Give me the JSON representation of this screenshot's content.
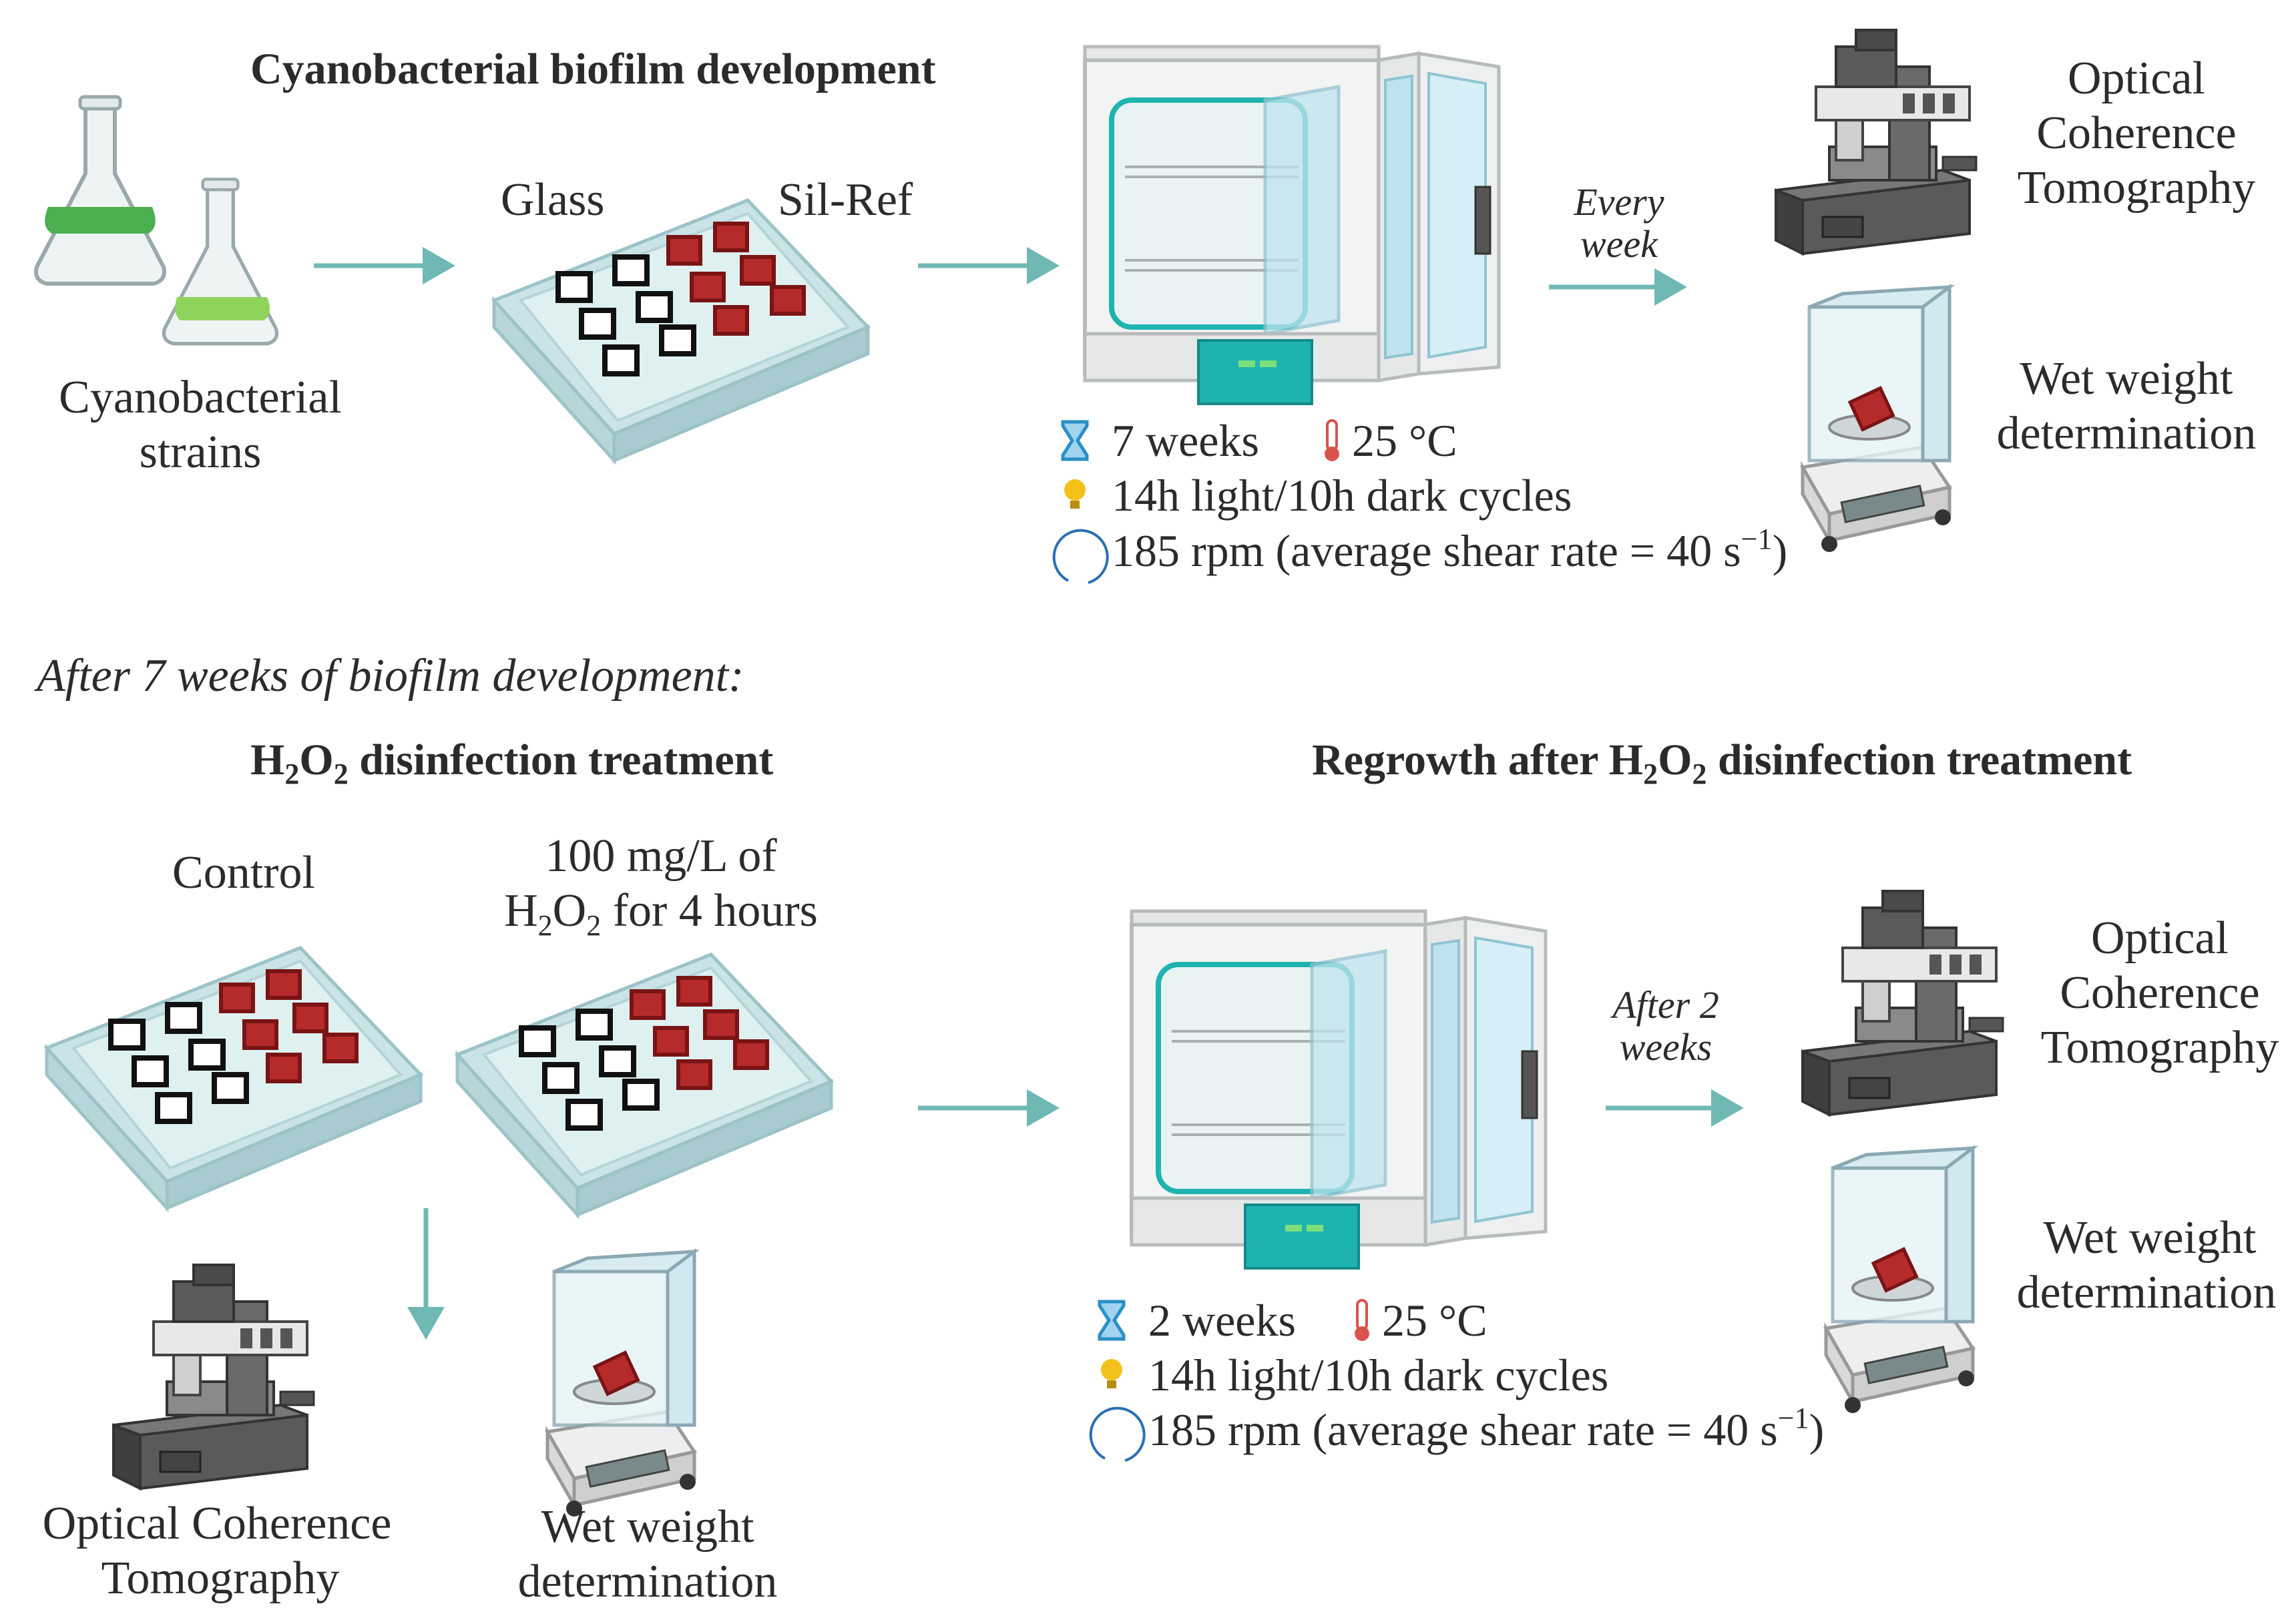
{
  "section1": {
    "title": "Cyanobacterial biofilm development",
    "strains_label": [
      "Cyanobacterial",
      "strains"
    ],
    "plate_labels": {
      "glass": "Glass",
      "silref": "Sil-Ref"
    },
    "conditions": {
      "duration": "7 weeks",
      "temperature": "25 °C",
      "light": "14h light/10h dark cycles",
      "shaking": "185 rpm (average shear rate = 40 s",
      "shaking_sup": "−1",
      "shaking_close": ")"
    },
    "arrow_label": [
      "Every",
      "week"
    ],
    "oct_label": [
      "Optical",
      "Coherence",
      "Tomography"
    ],
    "weight_label": [
      "Wet weight",
      "determination"
    ]
  },
  "divider_text": "After 7 weeks of biofilm development:",
  "section2": {
    "title_pre": "H",
    "title_sub1": "2",
    "title_mid": "O",
    "title_sub2": "2",
    "title_post": " disinfection treatment",
    "control_label": "Control",
    "treatment_label_1": "100 mg/L of",
    "treatment_label_2_pre": "H",
    "treatment_label_2_sub1": "2",
    "treatment_label_2_mid": "O",
    "treatment_label_2_sub2": "2",
    "treatment_label_2_post": " for 4 hours",
    "oct_label": [
      "Optical Coherence",
      "Tomography"
    ],
    "weight_label": [
      "Wet weight",
      "determination"
    ]
  },
  "section3": {
    "title_pre": "Regrowth after H",
    "title_sub1": "2",
    "title_mid": "O",
    "title_sub2": "2",
    "title_post": " disinfection treatment",
    "conditions": {
      "duration": "2 weeks",
      "temperature": "25 °C",
      "light": "14h light/10h dark cycles",
      "shaking": "185 rpm (average shear rate = 40 s",
      "shaking_sup": "−1",
      "shaking_close": ")"
    },
    "arrow_label": [
      "After 2",
      "weeks"
    ],
    "oct_label": [
      "Optical",
      "Coherence",
      "Tomography"
    ],
    "weight_label": [
      "Wet weight",
      "determination"
    ]
  },
  "colors": {
    "arrow": "#6fb8b4",
    "coupon_red": "#b52a2a",
    "teal": "#1fb3b0",
    "flask_dark": "#4caf50",
    "flask_light": "#8fd45a",
    "plate": "#d6ecee",
    "hourglass": "#2a8fc7",
    "bulb": "#f2c21b",
    "thermometer": "#d9534f"
  }
}
